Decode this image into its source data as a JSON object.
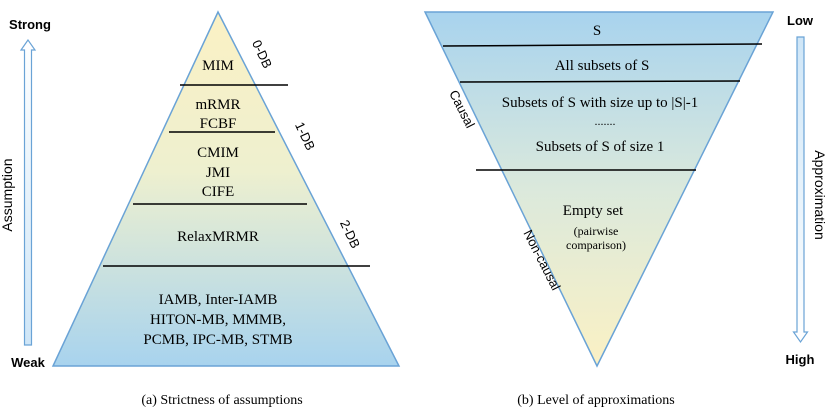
{
  "left": {
    "top_label": "Strong",
    "bottom_label": "Weak",
    "axis_label": "Assumption",
    "layers": [
      {
        "lines": [
          "MIM"
        ]
      },
      {
        "lines": [
          "mRMR",
          "FCBF"
        ]
      },
      {
        "lines": [
          "CMIM",
          "JMI",
          "CIFE"
        ]
      },
      {
        "lines": [
          "RelaxMRMR"
        ]
      },
      {
        "lines": [
          "IAMB, Inter-IAMB",
          "HITON-MB, MMMB,",
          "PCMB, IPC-MB, STMB"
        ]
      }
    ],
    "side_labels": [
      "0-DB",
      "1-DB",
      "2-DB"
    ],
    "caption": "(a) Strictness of assumptions"
  },
  "right": {
    "top_label": "Low",
    "bottom_label": "High",
    "axis_label": "Approximation",
    "layers": [
      {
        "lines": [
          "S"
        ]
      },
      {
        "lines": [
          "All subsets of S"
        ]
      },
      {
        "lines": [
          "Subsets of S with size up to |S|-1",
          ".......",
          "Subsets of S of size 1"
        ]
      },
      {
        "lines": [
          "Empty set",
          "(pairwise",
          "comparison)"
        ]
      }
    ],
    "side_labels": [
      "Causal",
      "Non-causal"
    ],
    "caption": "(b) Level of approximations"
  },
  "colors": {
    "yellow": "#fbf1c4",
    "blue": "#a8d3ee",
    "outline": "#7fb0db"
  }
}
